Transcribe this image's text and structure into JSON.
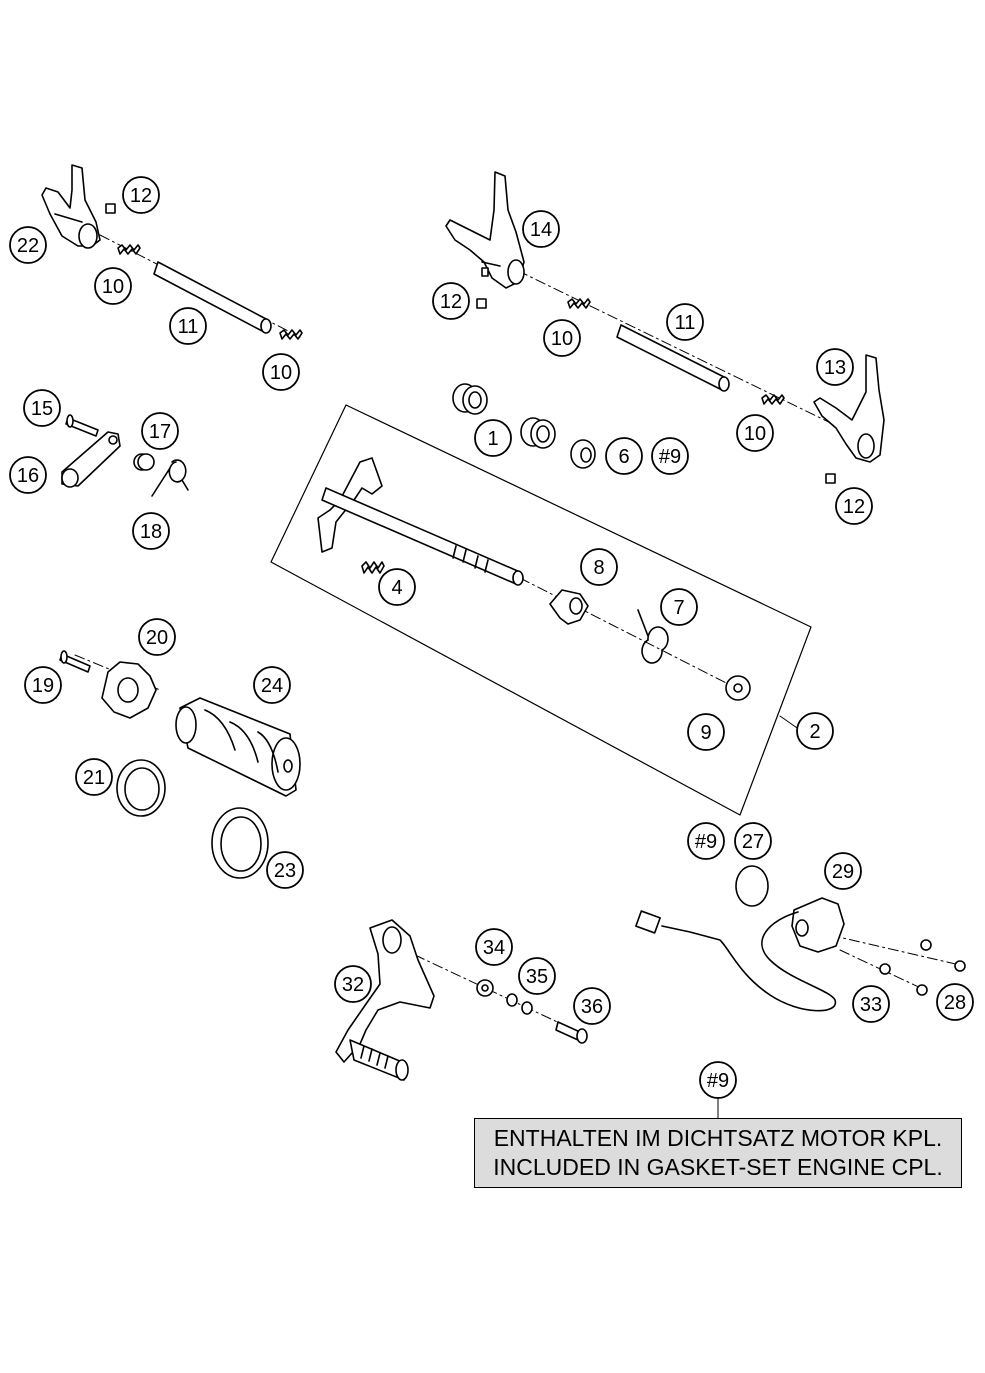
{
  "callouts": [
    {
      "id": "c1",
      "label": "12"
    },
    {
      "id": "c2",
      "label": "22"
    },
    {
      "id": "c3",
      "label": "10"
    },
    {
      "id": "c4",
      "label": "11"
    },
    {
      "id": "c5",
      "label": "10"
    },
    {
      "id": "c6",
      "label": "14"
    },
    {
      "id": "c7",
      "label": "12"
    },
    {
      "id": "c8",
      "label": "10"
    },
    {
      "id": "c9",
      "label": "11"
    },
    {
      "id": "c10",
      "label": "13"
    },
    {
      "id": "c11",
      "label": "10"
    },
    {
      "id": "c12",
      "label": "12"
    },
    {
      "id": "c13",
      "label": "1"
    },
    {
      "id": "c14",
      "label": "6"
    },
    {
      "id": "c15",
      "label": "#9"
    },
    {
      "id": "c16",
      "label": "15"
    },
    {
      "id": "c17",
      "label": "17"
    },
    {
      "id": "c18",
      "label": "16"
    },
    {
      "id": "c19",
      "label": "18"
    },
    {
      "id": "c20",
      "label": "4"
    },
    {
      "id": "c21",
      "label": "8"
    },
    {
      "id": "c22",
      "label": "7"
    },
    {
      "id": "c23",
      "label": "9"
    },
    {
      "id": "c24",
      "label": "2"
    },
    {
      "id": "c25",
      "label": "20"
    },
    {
      "id": "c26",
      "label": "19"
    },
    {
      "id": "c27",
      "label": "24"
    },
    {
      "id": "c28",
      "label": "21"
    },
    {
      "id": "c29",
      "label": "23"
    },
    {
      "id": "c30",
      "label": "#9"
    },
    {
      "id": "c31",
      "label": "27"
    },
    {
      "id": "c32",
      "label": "29"
    },
    {
      "id": "c33",
      "label": "34"
    },
    {
      "id": "c34",
      "label": "35"
    },
    {
      "id": "c35",
      "label": "36"
    },
    {
      "id": "c36",
      "label": "32"
    },
    {
      "id": "c37",
      "label": "33"
    },
    {
      "id": "c38",
      "label": "28"
    },
    {
      "id": "c39",
      "label": "#9"
    }
  ],
  "note": {
    "line_de": "ENTHALTEN IM DICHTSATZ MOTOR KPL.",
    "line_en": "INCLUDED IN GASKET-SET ENGINE CPL."
  },
  "colors": {
    "ink": "#000000",
    "note_fill": "#dcdcdc",
    "background": "#ffffff"
  }
}
